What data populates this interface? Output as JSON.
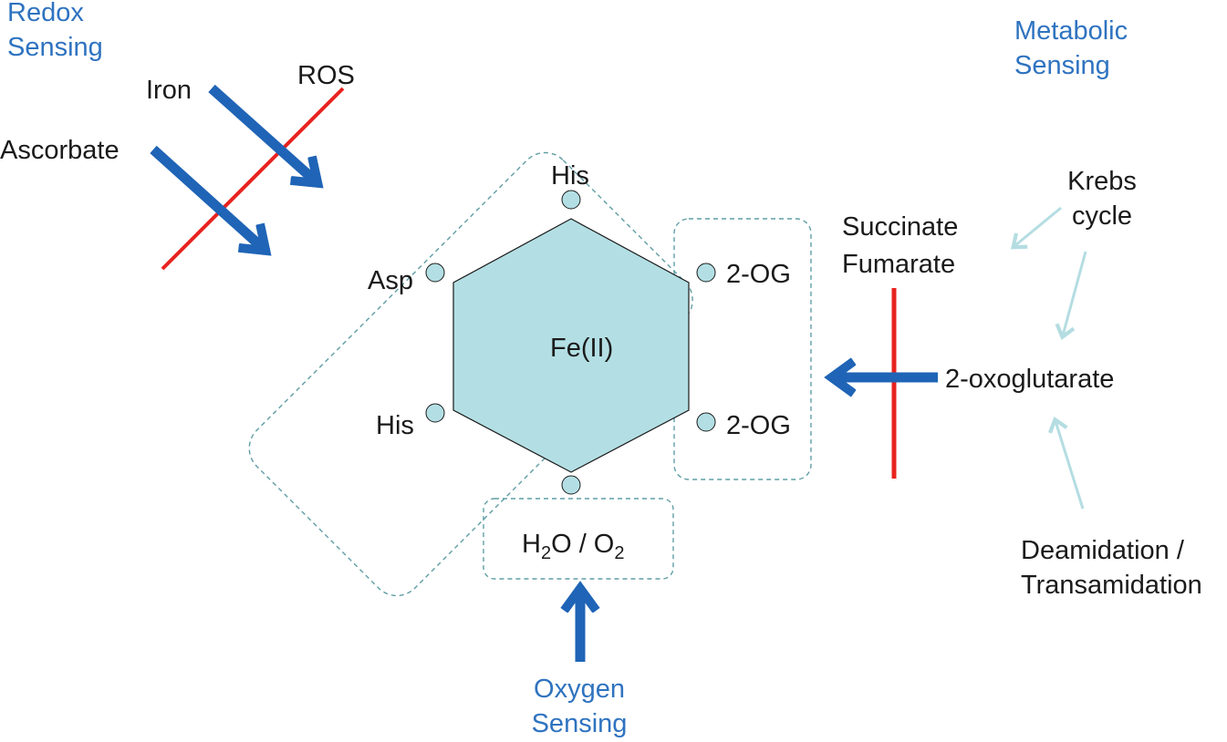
{
  "sensing": {
    "redox": [
      "Redox",
      "Sensing"
    ],
    "metabolic": [
      "Metabolic",
      "Sensing"
    ],
    "oxygen": [
      "Oxygen",
      "Sensing"
    ]
  },
  "inputs": {
    "iron": "Iron",
    "ascorbate": "Ascorbate",
    "ros": "ROS",
    "succinate": "Succinate",
    "fumarate": "Fumarate",
    "krebs": [
      "Krebs",
      "cycle"
    ],
    "oxoglutarate": "2-oxoglutarate",
    "deamidation": [
      "Deamidation /",
      "Transamidation"
    ]
  },
  "center": {
    "metal": "Fe(II)",
    "ligands": {
      "his_top": "His",
      "asp": "Asp",
      "his_bottom": "His",
      "og_top": "2-OG",
      "og_bottom": "2-OG"
    },
    "water": {
      "h": "H",
      "h_sub": "2",
      "o": "O / O",
      "o_sub": "2"
    }
  },
  "colors": {
    "blue_arrow": "#1f64b6",
    "sensing_text": "#2f73c0",
    "inhibit_line": "#e8231f",
    "hexagon_fill": "#b3dfe4",
    "dashed_box": "#5f9ea5",
    "light_arrow": "#b4dde2"
  }
}
